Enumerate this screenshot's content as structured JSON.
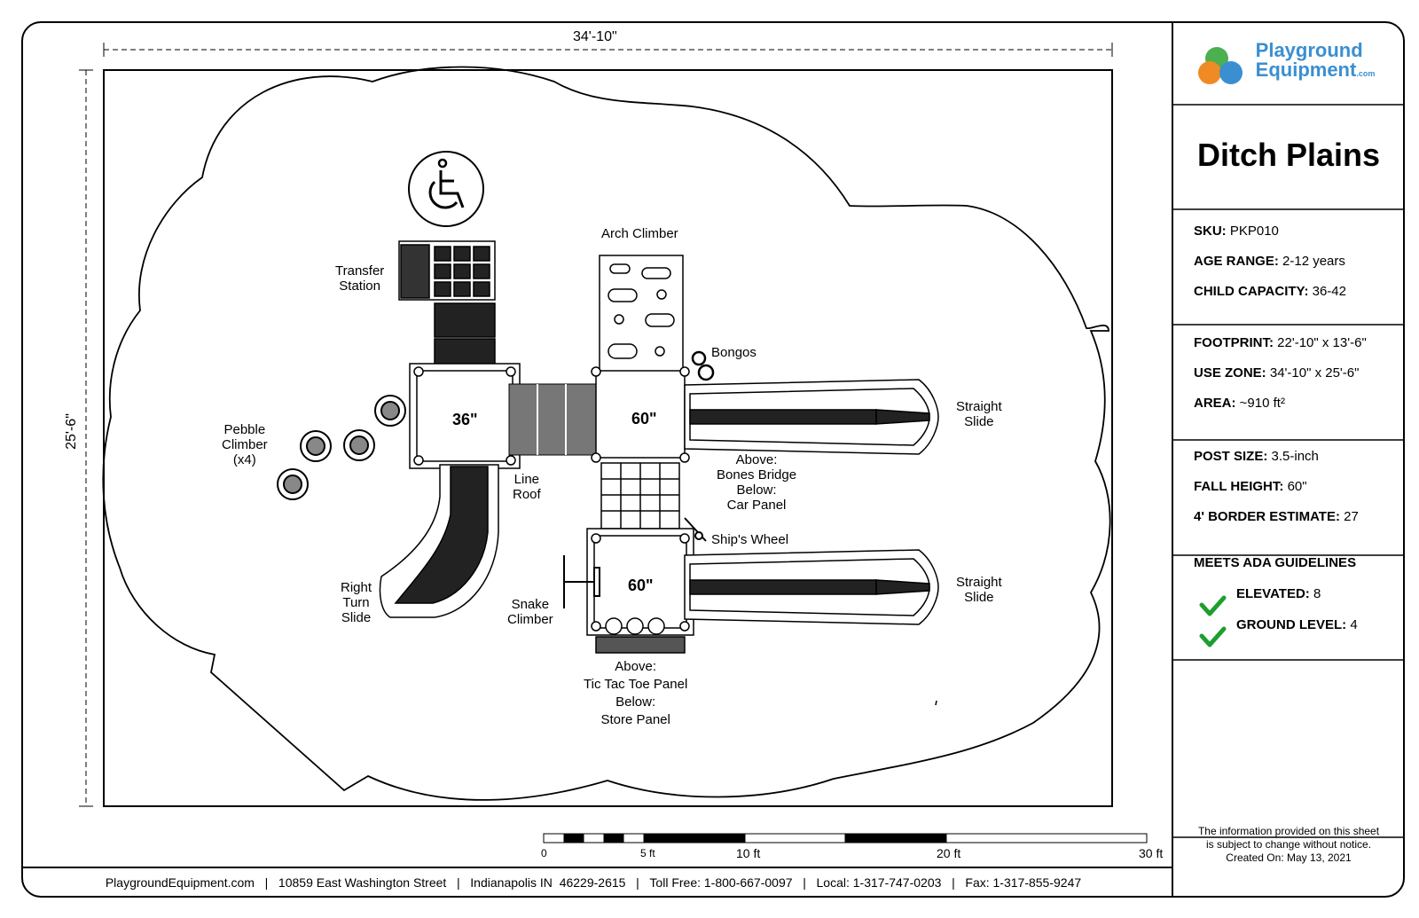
{
  "dimensions": {
    "width_label": "34'-10\"",
    "height_label": "25'-6\""
  },
  "components": {
    "transfer_station": "Transfer\nStation",
    "arch_climber": "Arch Climber",
    "bongos": "Bongos",
    "straight_slide_1": "Straight\nSlide",
    "straight_slide_2": "Straight\nSlide",
    "pebble_climber": "Pebble\nClimber\n(x4)",
    "line_roof": "Line\nRoof",
    "above_bones": "Above:\nBones Bridge\nBelow:\nCar Panel",
    "ships_wheel": "Ship's Wheel",
    "right_turn_slide": "Right\nTurn\nSlide",
    "snake_climber": "Snake\nClimber",
    "above_tic": "Above:\nTic Tac Toe Panel\nBelow:\nStore Panel",
    "deck_36": "36\"",
    "deck_60_top": "60\"",
    "deck_60_bottom": "60\""
  },
  "scale": {
    "t0": "0",
    "t5": "5 ft",
    "t10": "10 ft",
    "t20": "20 ft",
    "t30": "30 ft"
  },
  "footer": {
    "site": "PlaygroundEquipment.com",
    "address": "10859 East Washington Street",
    "city": "Indianapolis IN  46229-2615",
    "tollfree": "Toll Free: 1-800-667-0097",
    "local": "Local: 1-317-747-0203",
    "fax": "Fax: 1-317-855-9247",
    "sep": "|"
  },
  "panel": {
    "logo_line1": "Playground",
    "logo_line2": "Equipment",
    "logo_com": ".com",
    "title": "Ditch Plains",
    "sku_label": "SKU:",
    "sku": "PKP010",
    "age_label": "AGE RANGE:",
    "age": "2-12 years",
    "capacity_label": "CHILD CAPACITY:",
    "capacity": "36-42",
    "footprint_label": "FOOTPRINT:",
    "footprint": "22'-10\" x 13'-6\"",
    "usezone_label": "USE ZONE:",
    "usezone": "34'-10\" x 25'-6\"",
    "area_label": "AREA:",
    "area": "~910 ft²",
    "post_label": "POST SIZE:",
    "post": "3.5-inch",
    "fall_label": "FALL HEIGHT:",
    "fall": "60\"",
    "border_label": "4' BORDER ESTIMATE:",
    "border": "27",
    "ada_title": "MEETS ADA GUIDELINES",
    "elevated_label": "ELEVATED:",
    "elevated": "8",
    "ground_label": "GROUND LEVEL:",
    "ground": "4",
    "notice": "The information provided on this sheet\nis subject to change without notice.",
    "created": "Created On: May 13, 2021"
  },
  "colors": {
    "check": "#1e9e2e",
    "logo_blue": "#3a8fd1",
    "logo_orange": "#f08a24",
    "logo_green": "#4caf50"
  }
}
